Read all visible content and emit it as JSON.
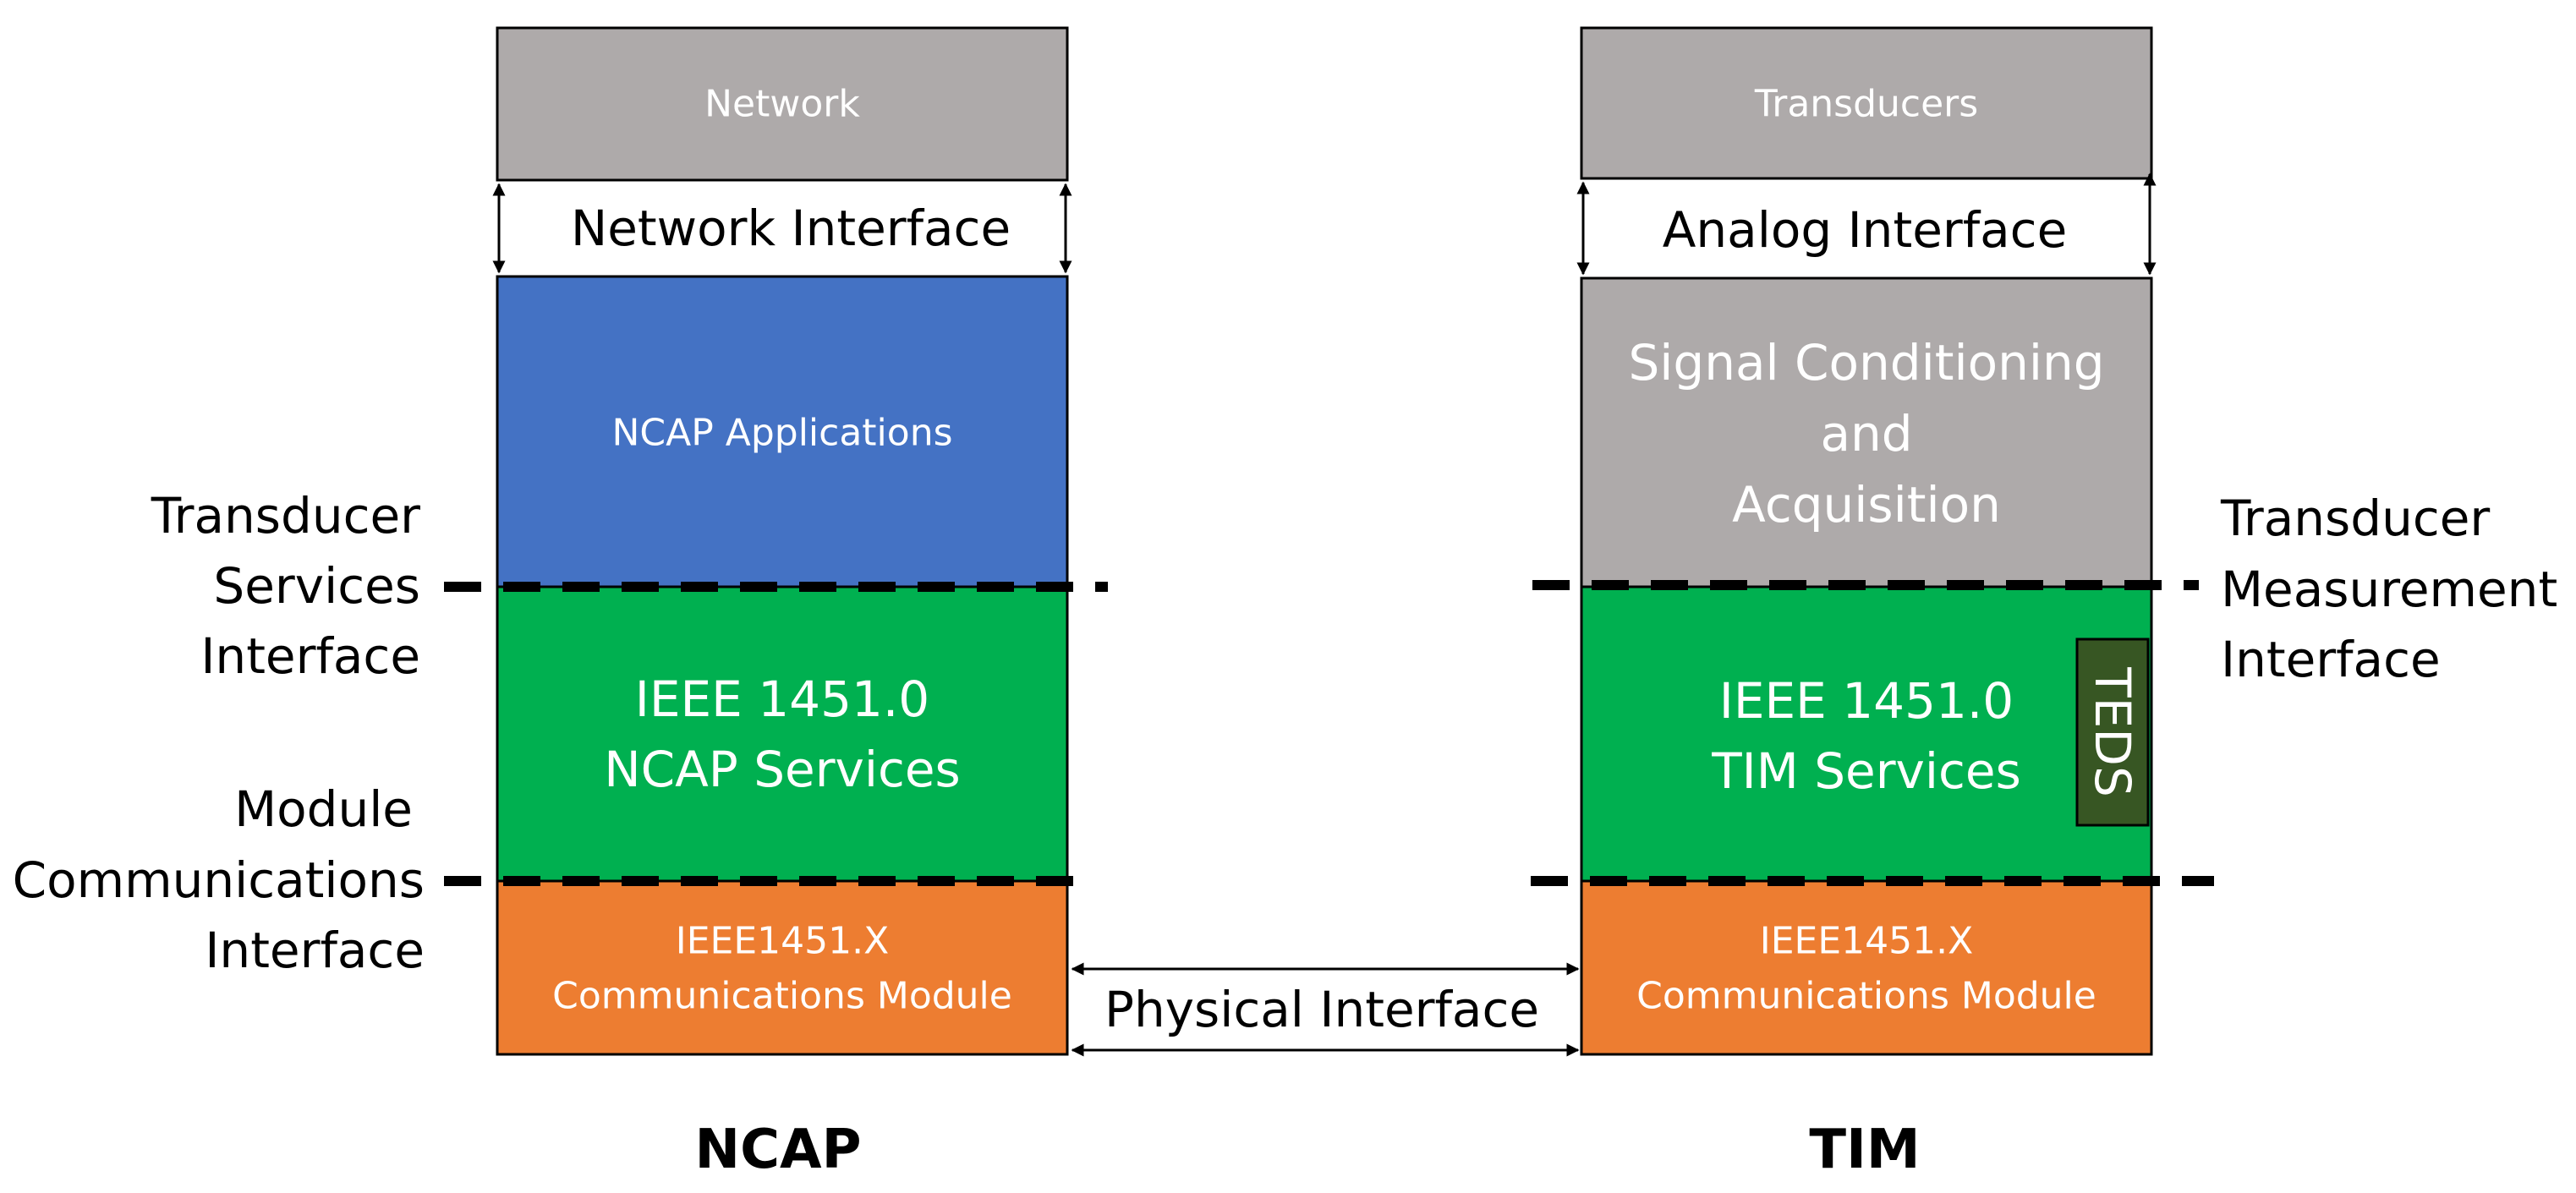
{
  "colors": {
    "gray": "#aeaaaa",
    "blue": "#4472c4",
    "green": "#00b050",
    "orange": "#ed7d31",
    "dark_green": "#375623",
    "line": "#000000",
    "box_text": "#ffffff",
    "label_text": "#000000"
  },
  "ncap": {
    "label": "NCAP",
    "network": "Network",
    "network_interface": "Network Interface",
    "applications": "NCAP Applications",
    "services_line1": "IEEE 1451.0",
    "services_line2": "NCAP Services",
    "comm_line1": "IEEE1451.X",
    "comm_line2": "Communications Module"
  },
  "tim": {
    "label": "TIM",
    "transducers": "Transducers",
    "analog_interface": "Analog Interface",
    "signal_line1": "Signal Conditioning",
    "signal_line2": "and",
    "signal_line3": "Acquisition",
    "services_line1": "IEEE 1451.0",
    "services_line2": "TIM Services",
    "teds": "TEDS",
    "comm_line1": "IEEE1451.X",
    "comm_line2": "Communications Module"
  },
  "physical_interface": "Physical Interface",
  "left_labels": {
    "tsi_line1": "Transducer",
    "tsi_line2": "Services",
    "tsi_line3": "Interface",
    "mci_line1": "Module",
    "mci_line2": "Communications",
    "mci_line3": "Interface"
  },
  "right_labels": {
    "tmi_line1": "Transducer",
    "tmi_line2": "Measurement",
    "tmi_line3": "Interface"
  }
}
